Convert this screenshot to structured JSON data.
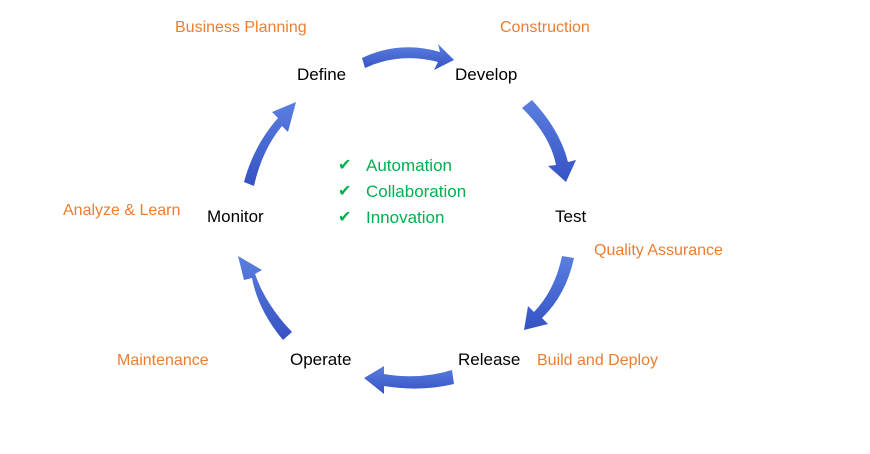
{
  "diagram": {
    "title": "DevOps lifecycle",
    "stages": [
      {
        "id": "define",
        "label": "Define",
        "phase": "Business Planning"
      },
      {
        "id": "develop",
        "label": "Develop",
        "phase": "Construction"
      },
      {
        "id": "test",
        "label": "Test",
        "phase": "Quality Assurance"
      },
      {
        "id": "release",
        "label": "Release",
        "phase": "Build and Deploy"
      },
      {
        "id": "operate",
        "label": "Operate",
        "phase": "Maintenance"
      },
      {
        "id": "monitor",
        "label": "Monitor",
        "phase": "Analyze & Learn"
      }
    ],
    "center_items": [
      {
        "icon": "checkmark-icon",
        "label": "Automation"
      },
      {
        "icon": "checkmark-icon",
        "label": "Collaboration"
      },
      {
        "icon": "checkmark-icon",
        "label": "Innovation"
      }
    ],
    "colors": {
      "arrow": "#3B5FCC",
      "phase_text": "#ED7D31",
      "center_text": "#00B050",
      "stage_text": "#000000"
    }
  }
}
